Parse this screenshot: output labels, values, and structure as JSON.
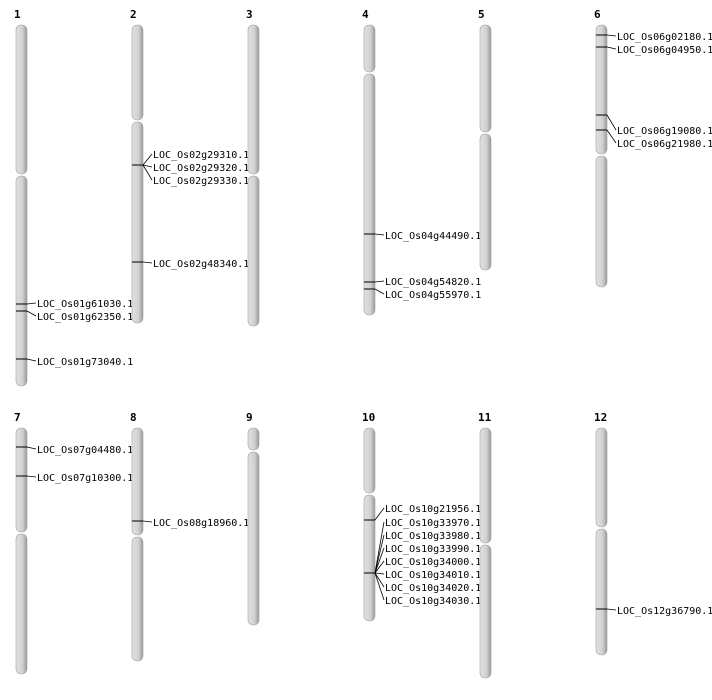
{
  "chromosomes": [
    {
      "name": "1",
      "genes": [
        "LOC_Os01g61030.1",
        "LOC_Os01g62350.1",
        "LOC_Os01g73040.1"
      ]
    },
    {
      "name": "2",
      "genes": [
        "LOC_Os02g29310.1",
        "LOC_Os02g29320.1",
        "LOC_Os02g29330.1",
        "LOC_Os02g48340.1"
      ]
    },
    {
      "name": "3",
      "genes": []
    },
    {
      "name": "4",
      "genes": [
        "LOC_Os04g44490.1",
        "LOC_Os04g54820.1",
        "LOC_Os04g55970.1"
      ]
    },
    {
      "name": "5",
      "genes": []
    },
    {
      "name": "6",
      "genes": [
        "LOC_Os06g02180.1",
        "LOC_Os06g04950.1",
        "LOC_Os06g19080.1",
        "LOC_Os06g21980.1"
      ]
    },
    {
      "name": "7",
      "genes": [
        "LOC_Os07g04480.1",
        "LOC_Os07g10300.1"
      ]
    },
    {
      "name": "8",
      "genes": [
        "LOC_Os08g18960.1"
      ]
    },
    {
      "name": "9",
      "genes": []
    },
    {
      "name": "10",
      "genes": [
        "LOC_Os10g21956.1",
        "LOC_Os10g33970.1",
        "LOC_Os10g33980.1",
        "LOC_Os10g33990.1",
        "LOC_Os10g34000.1",
        "LOC_Os10g34010.1",
        "LOC_Os10g34020.1",
        "LOC_Os10g34030.1"
      ]
    },
    {
      "name": "11",
      "genes": []
    },
    {
      "name": "12",
      "genes": [
        "LOC_Os12g36790.1"
      ]
    }
  ]
}
